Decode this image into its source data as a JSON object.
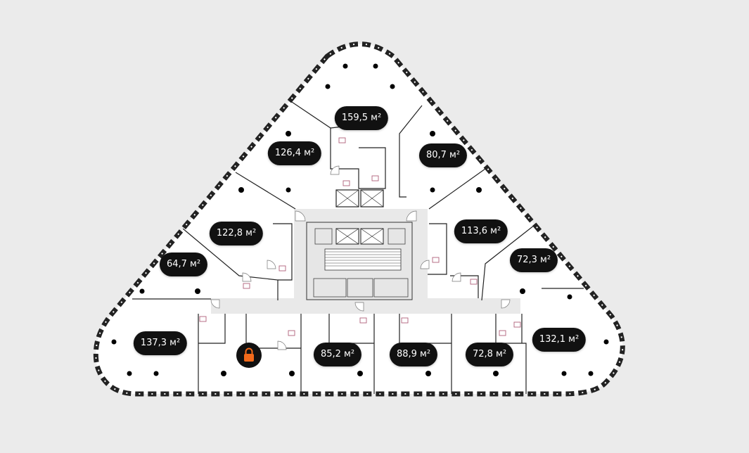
{
  "plan": {
    "units": [
      {
        "id": "u1",
        "label": "159,5 м²"
      },
      {
        "id": "u2",
        "label": "126,4 м²"
      },
      {
        "id": "u3",
        "label": "80,7 м²"
      },
      {
        "id": "u4",
        "label": "122,8 м²"
      },
      {
        "id": "u5",
        "label": "113,6 м²"
      },
      {
        "id": "u6",
        "label": "64,7 м²"
      },
      {
        "id": "u7",
        "label": "72,3 м²"
      },
      {
        "id": "u8",
        "label": "137,3 м²"
      },
      {
        "id": "u9",
        "label": "85,2 м²"
      },
      {
        "id": "u10",
        "label": "88,9 м²"
      },
      {
        "id": "u11",
        "label": "72,8 м²"
      },
      {
        "id": "u12",
        "label": "132,1 м²"
      }
    ],
    "reserved_icon": "lock-icon",
    "colors": {
      "background": "#ebebeb",
      "pill": "#111111",
      "lock": "#f26a1b",
      "fixture": "#b0607a"
    }
  }
}
